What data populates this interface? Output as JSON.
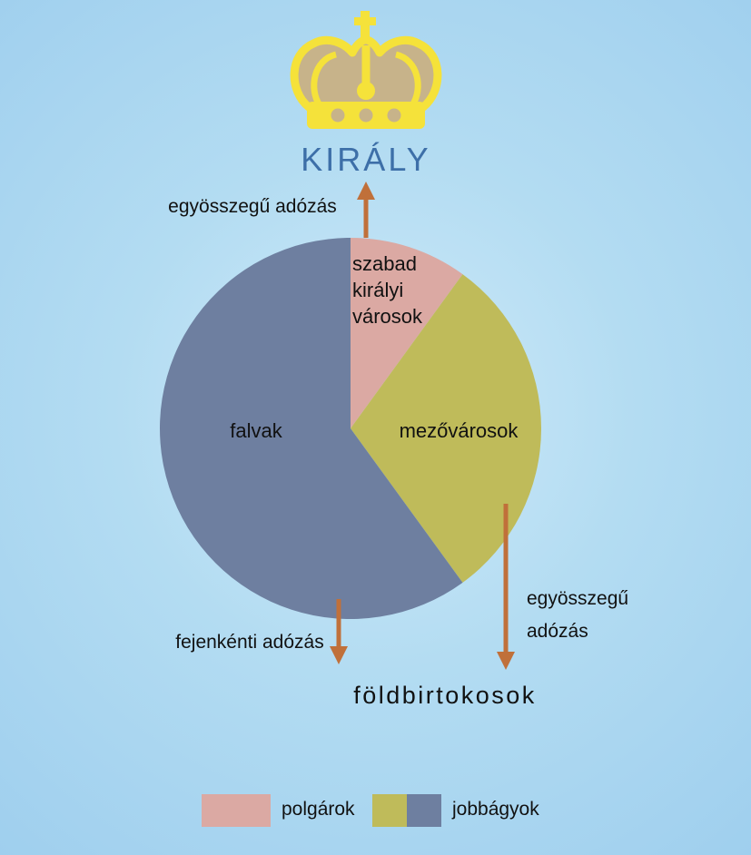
{
  "top_target": "KIRÁLY",
  "bottom_target": "földbirtokosok",
  "arrows": {
    "to_king": "egyösszegű adózás",
    "per_capita": "fejenkénti adózás",
    "to_landlords_line1": "egyösszegű",
    "to_landlords_line2": "adózás"
  },
  "chart_data": {
    "type": "pie",
    "slices": [
      {
        "label_lines": [
          "szabad",
          "királyi",
          "városok"
        ],
        "value": 10,
        "color": "#dba9a3"
      },
      {
        "label": "mezővárosok",
        "value": 30,
        "color": "#bfbb5a"
      },
      {
        "label": "falvak",
        "value": 60,
        "color": "#6e7fa0"
      }
    ]
  },
  "legend": {
    "items": [
      {
        "label": "polgárok",
        "colors": [
          "#dba9a3"
        ]
      },
      {
        "label": "jobbágyok",
        "colors": [
          "#bfbb5a",
          "#6e7fa0"
        ]
      }
    ]
  },
  "colors": {
    "crown_gold": "#f5e23a",
    "crown_fill": "#c7b38a",
    "title_blue": "#3d6fa8",
    "arrow": "#c0703a"
  }
}
